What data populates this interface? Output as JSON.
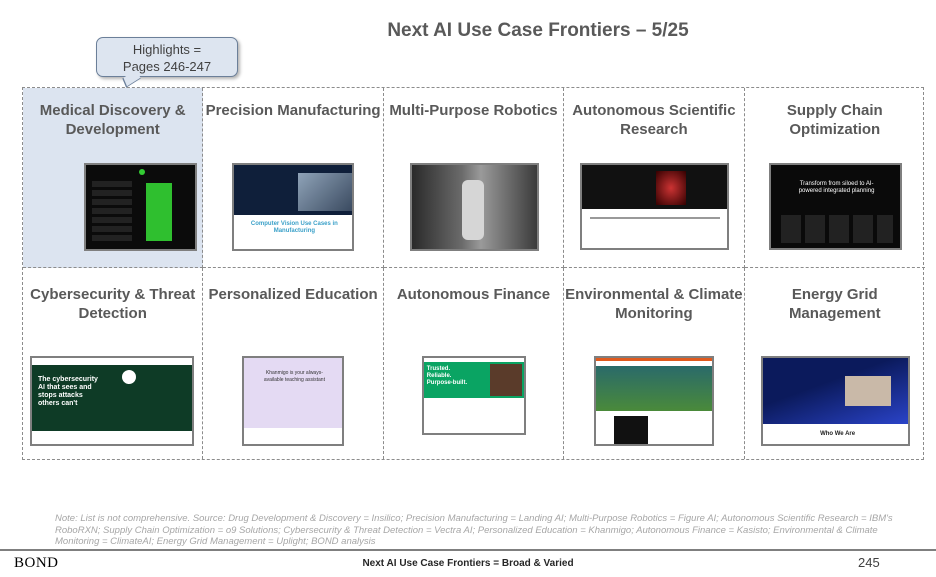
{
  "title": "Next AI Use Case Frontiers – 5/25",
  "callout": {
    "line1": "Highlights =",
    "line2": "Pages 246-247"
  },
  "cells": [
    {
      "title": "Medical Discovery & Development",
      "highlighted": true
    },
    {
      "title": "Precision Manufacturing",
      "thumb_text": "Computer Vision Use Cases in Manufacturing"
    },
    {
      "title": "Multi-Purpose Robotics"
    },
    {
      "title": "Autonomous Scientific Research"
    },
    {
      "title": "Supply Chain Optimization",
      "thumb_text": "Transform from siloed to AI-powered integrated planning"
    },
    {
      "title": "Cybersecurity & Threat Detection",
      "thumb_text": "The cybersecurity AI that sees and stops attacks others can't"
    },
    {
      "title": "Personalized Education",
      "thumb_text": "Khanmigo is your always-available teaching assistant"
    },
    {
      "title": "Autonomous Finance",
      "thumb_text": "Trusted. Reliable. Purpose-built."
    },
    {
      "title": "Environmental & Climate Monitoring"
    },
    {
      "title": "Energy Grid Management",
      "thumb_text": "Who We Are"
    }
  ],
  "note": "Note: List is not comprehensive. Source: Drug Development & Discovery = Insilico; Precision Manufacturing = Landing AI; Multi-Purpose Robotics = Figure AI; Autonomous Scientific Research = IBM's RoboRXN; Supply Chain Optimization = o9 Solutions; Cybersecurity & Threat Detection = Vectra AI; Personalized Education = Khanmigo; Autonomous Finance = Kasisto; Environmental & Climate Monitoring = ClimateAI; Energy Grid Management = Uplight; BOND analysis",
  "footer": {
    "brand": "BOND",
    "text": "Next AI Use Case Frontiers = Broad & Varied",
    "page": "245"
  },
  "colors": {
    "highlight": "#dce4f0",
    "title": "#595959"
  }
}
